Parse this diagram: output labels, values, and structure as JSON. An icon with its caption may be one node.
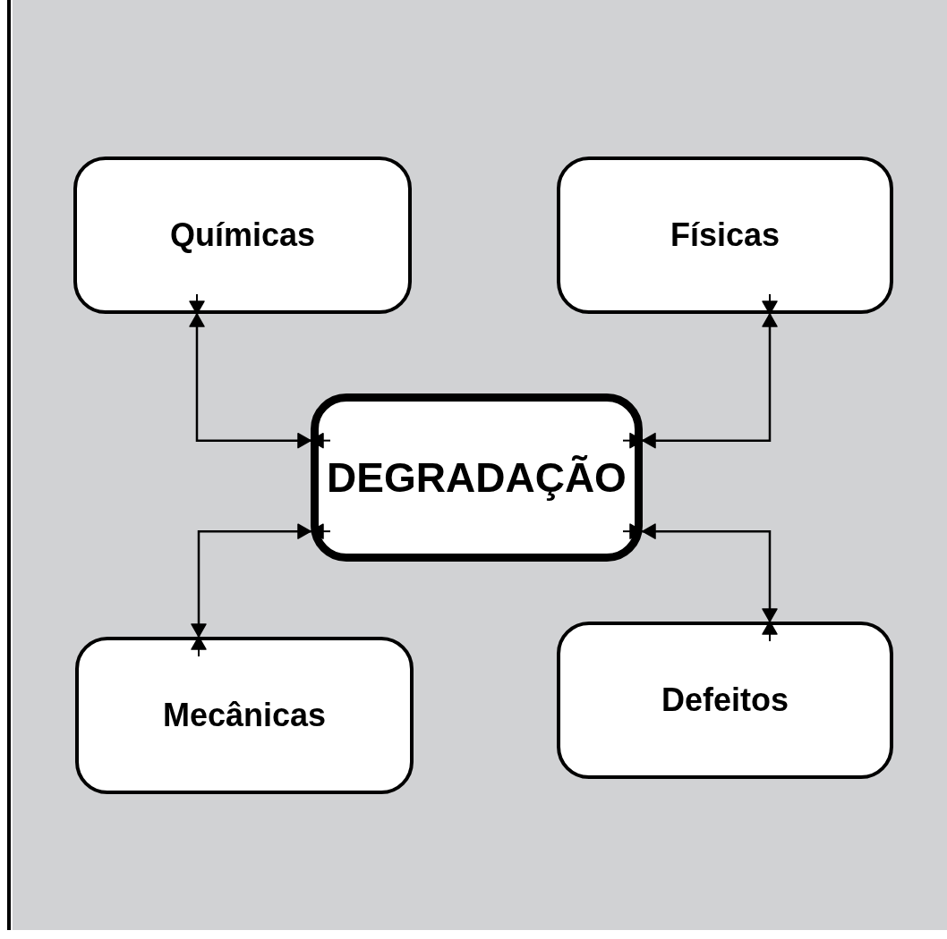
{
  "diagram": {
    "nodes": [
      {
        "text": [
          "Químicas"
        ]
      },
      {
        "text": [
          "Físicas"
        ]
      },
      {
        "text": [
          "DEGRADAÇÃO"
        ]
      },
      {
        "text": [
          "Mecânicas"
        ]
      },
      {
        "text": [
          "Defeitos"
        ]
      }
    ],
    "edges": [
      {
        "from": 2,
        "to": 0,
        "arrow": "both"
      },
      {
        "from": 2,
        "to": 1,
        "arrow": "both"
      },
      {
        "from": 2,
        "to": 3,
        "arrow": "both"
      },
      {
        "from": 2,
        "to": 4,
        "arrow": "both"
      }
    ]
  }
}
